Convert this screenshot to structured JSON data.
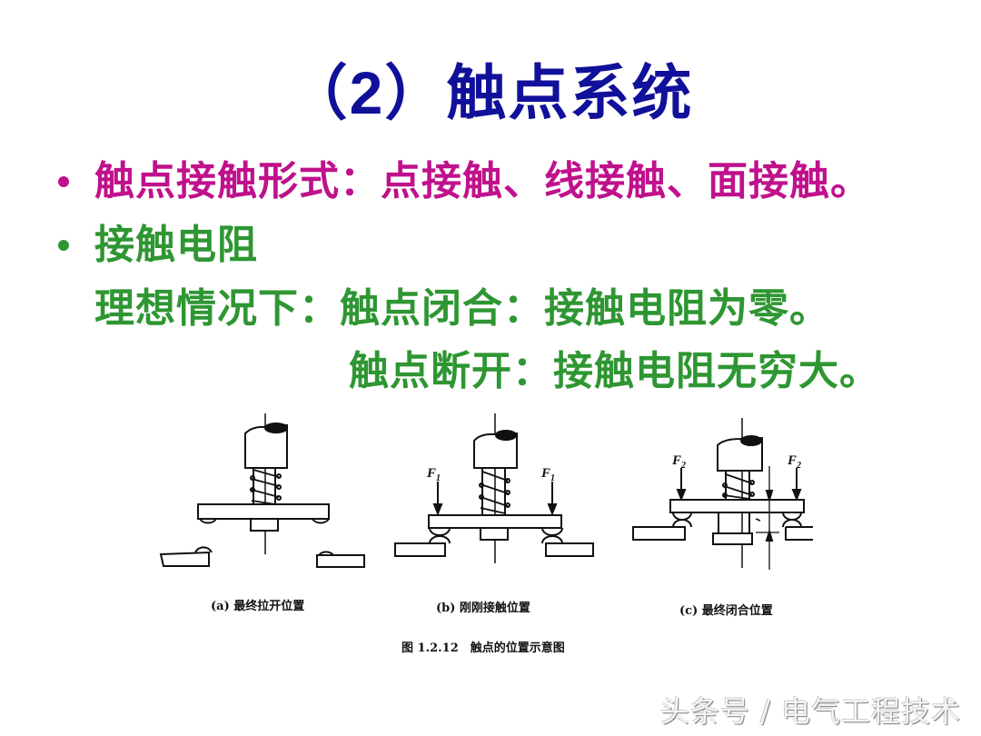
{
  "slide": {
    "title_prefix": "（2）",
    "title_text": "触点系统",
    "bullets": [
      {
        "text": "触点接触形式：点接触、线接触、面接触。",
        "color": "#c0118c"
      },
      {
        "text": "接触电阻",
        "color": "#2e9632"
      }
    ],
    "sub_lines": [
      "理想情况下：触点闭合：接触电阻为零。",
      "触点断开：接触电阻无穷大。"
    ]
  },
  "figure": {
    "panels": [
      {
        "caption": "(a) 最终拉开位置",
        "force_label": ""
      },
      {
        "caption": "(b) 刚刚接触位置",
        "force_label": "F",
        "force_sub": "1"
      },
      {
        "caption": "(c) 最终闭合位置",
        "force_label": "F",
        "force_sub": "2"
      }
    ],
    "caption": "图 1.2.12　触点的位置示意图"
  },
  "watermark": "头条号 / 电气工程技术",
  "colors": {
    "title": "#10109a",
    "bullet_1": "#c0118c",
    "bullet_2": "#2e9632"
  }
}
